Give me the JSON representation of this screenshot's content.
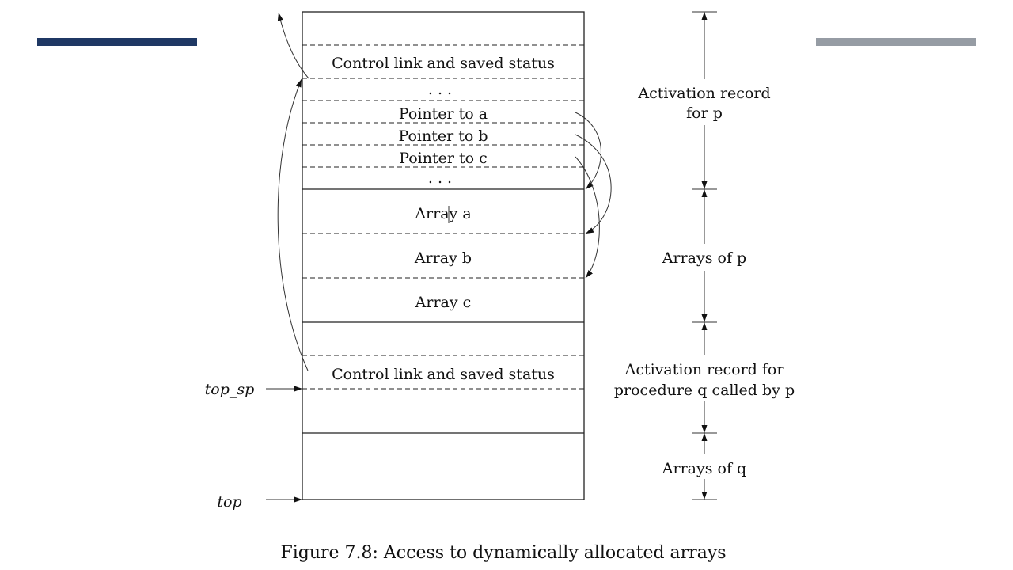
{
  "colors": {
    "accent_left_bar": "#1f3864",
    "accent_right_bar": "#969ca4"
  },
  "stack": {
    "control_link_top": {
      "italic": "Control link",
      "rest": "and saved status"
    },
    "dots_1": ". . .",
    "pointer_a": {
      "text": "Pointer to",
      "var": "a"
    },
    "pointer_b": {
      "text": "Pointer to",
      "var": "b"
    },
    "pointer_c": {
      "text": "Pointer to",
      "var": "c"
    },
    "dots_2": ". . .",
    "array_a": {
      "text": "Array",
      "var": "a"
    },
    "array_b": {
      "text": "Array",
      "var": "b"
    },
    "array_c": {
      "text": "Array",
      "var": "c"
    },
    "control_link_bottom": {
      "italic": "Control link",
      "rest": "and saved status"
    }
  },
  "left_labels": {
    "top_sp": "top_sp",
    "top": "top"
  },
  "right_labels": {
    "activation_p": {
      "line1": "Activation record",
      "line2_text": "for",
      "line2_var": "p"
    },
    "arrays_p": {
      "text": "Arrays of",
      "var": "p"
    },
    "activation_q": {
      "line1": "Activation record for",
      "line2_a": "procedure",
      "line2_var": "q",
      "line2_b": "called by",
      "line2_var2": "p"
    },
    "arrays_q": {
      "text": "Arrays of",
      "var": "q"
    }
  },
  "caption": "Figure 7.8: Access to dynamically allocated arrays"
}
